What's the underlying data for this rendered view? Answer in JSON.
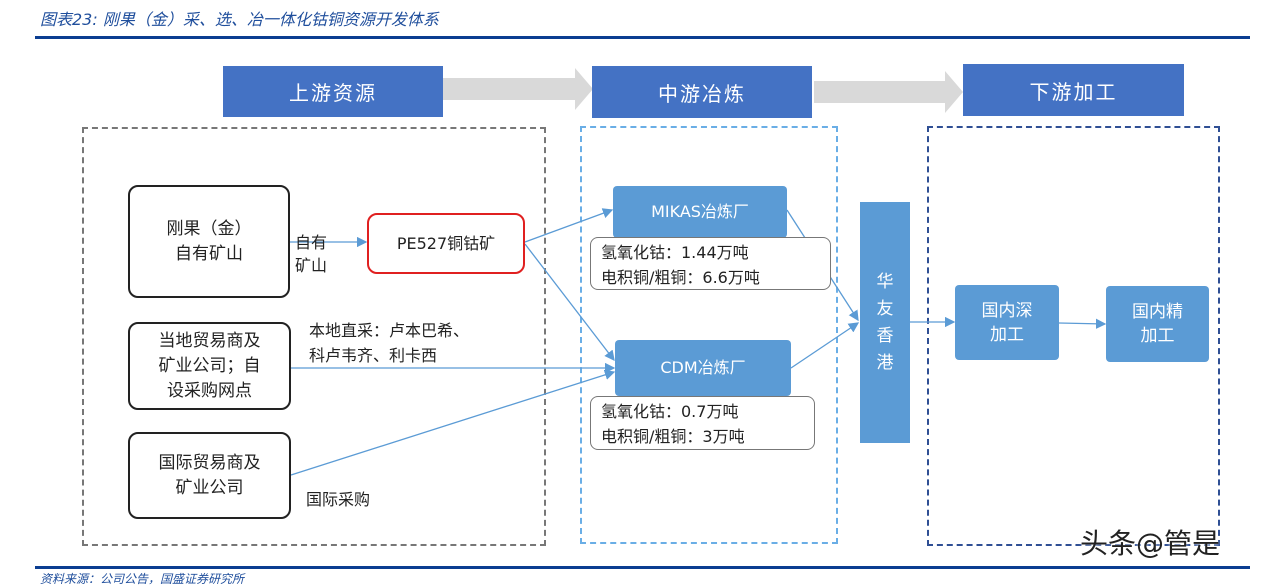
{
  "title": "图表23: 刚果（金）采、选、冶一体化钴铜资源开发体系",
  "source": "资料来源：公司公告，国盛证券研究所",
  "stages": {
    "upstream": "上游资源",
    "midstream": "中游冶炼",
    "downstream": "下游加工"
  },
  "upstream": {
    "own_mine": "刚果（金）\n自有矿山",
    "local": "当地贸易商及\n矿业公司；自\n设采购网点",
    "intl": "国际贸易商及\n矿业公司",
    "pe527": "PE527铜钴矿",
    "own_mine_label": "自有\n矿山",
    "local_label": "本地直采：卢本巴希、\n科卢韦齐、利卡西",
    "intl_label": "国际采购"
  },
  "midstream": {
    "mikas": "MIKAS冶炼厂",
    "mikas_stats": "氢氧化钴：1.44万吨\n电积铜/粗铜：6.6万吨",
    "cdm": "CDM冶炼厂",
    "cdm_stats": "氢氧化钴：0.7万吨\n电积铜/粗铜：3万吨"
  },
  "hub": "华\n友\n香\n港",
  "downstream": {
    "deep": "国内深\n加工",
    "fine": "国内精\n加工"
  },
  "watermark": "头条@管是",
  "colors": {
    "header": "#4472c4",
    "box": "#5b9bd5",
    "highlight": "#e02020",
    "title": "#1f4e9c"
  }
}
